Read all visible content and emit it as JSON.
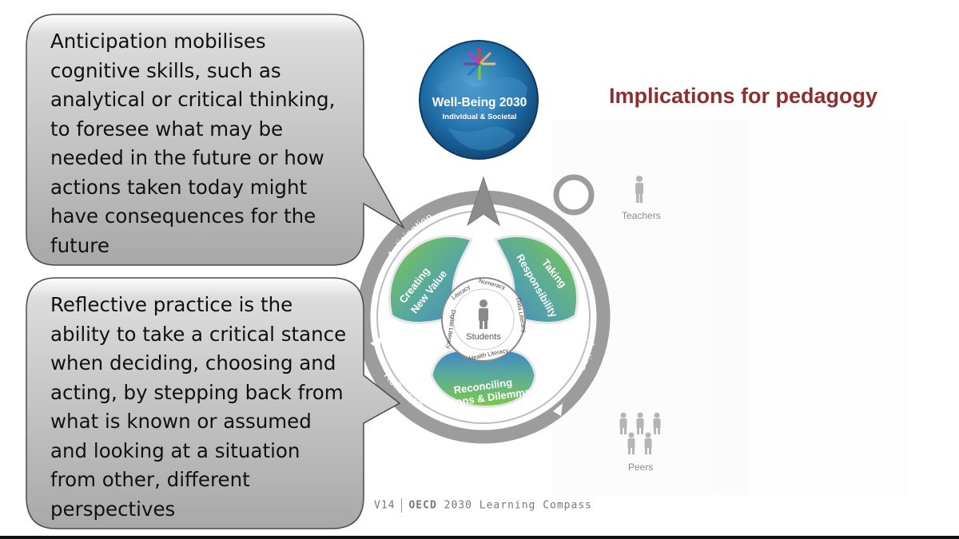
{
  "title": "Implications for pedagogy",
  "callout_top": {
    "lines": [
      "Anticipation mobilises",
      "cognitive skills, such as",
      "analytical or critical thinking,",
      "to foresee what may be",
      "needed in the future or how",
      "actions taken today might",
      "have consequences for the",
      "future"
    ]
  },
  "callout_bottom": {
    "lines": [
      "Reflective practice is the",
      "ability to take a critical stance",
      "when deciding, choosing and",
      "acting, by stepping back from",
      "what is known or assumed",
      "and looking at a situation",
      "from other, different",
      "perspectives"
    ]
  },
  "globe": {
    "title": "Well-Being 2030",
    "subtitle": "Individual & Societal"
  },
  "compass": {
    "ring_labels": {
      "anticipation": "Anticipation",
      "action": "Action",
      "reflection": "Reflection"
    },
    "petals": {
      "creating_line1": "Creating",
      "creating_line2": "New Value",
      "taking_line1": "Taking",
      "taking_line2": "Responsibility",
      "reconciling_line1": "Reconciling",
      "reconciling_line2": "Tensions & Dilemmas"
    },
    "core_ring": {
      "literacy": "Literacy",
      "numeracy": "Numeracy",
      "data_literacy": "Data Literacy",
      "health_literacy": "Health Literacy",
      "digital_literacy": "Digital Literacy"
    },
    "center_label": "Students"
  },
  "people": {
    "teachers": "Teachers",
    "peers": "Peers"
  },
  "footer": {
    "version": "V14",
    "org": "OECD",
    "name": "2030 Learning Compass"
  },
  "colors": {
    "title": "#8e2f2f",
    "callout_fill": "#bfbfbf",
    "ring": "#9a9a9a",
    "petal_green": "#6fbf45",
    "petal_blue": "#3f86c4",
    "globe": "#1f6fa8"
  }
}
